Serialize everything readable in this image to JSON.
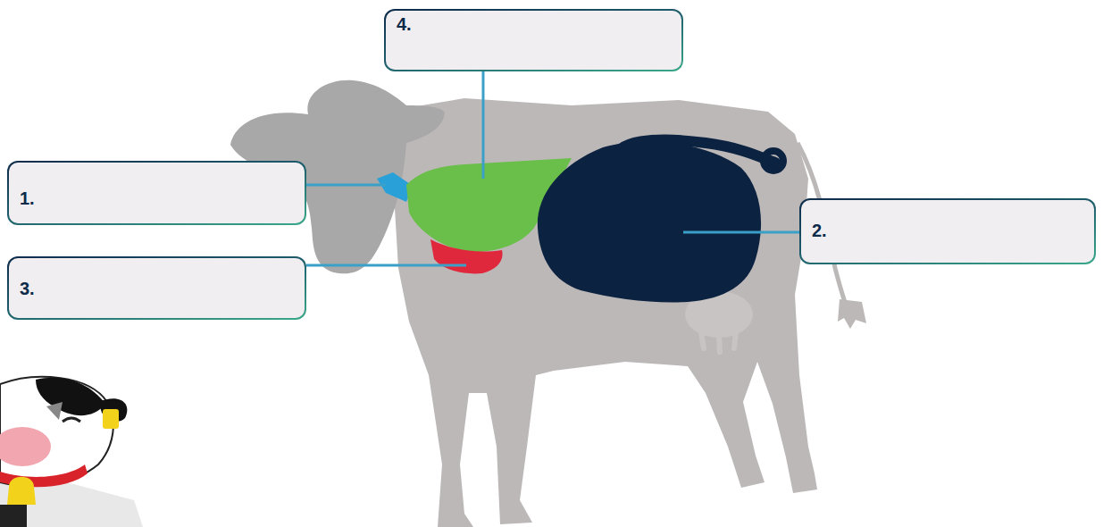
{
  "diagram": {
    "nodes": [
      {
        "text": [
          "4."
        ]
      },
      {
        "text": [
          "1."
        ]
      },
      {
        "text": [
          "2."
        ]
      },
      {
        "text": [
          "3."
        ]
      }
    ]
  }
}
